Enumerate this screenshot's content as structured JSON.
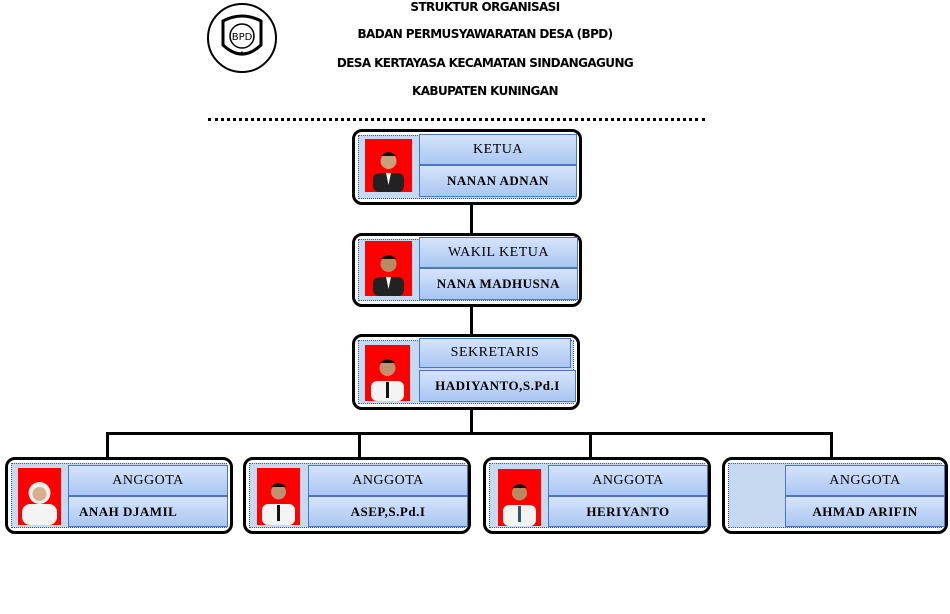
{
  "header": {
    "logo_text": "BPD",
    "lines": [
      "STRUKTUR ORGANISASI",
      "BADAN PERMUSYAWARATAN DESA (BPD)",
      "DESA KERTAYASA KECAMATAN SINDANGAGUNG",
      "KABUPATEN KUNINGAN"
    ]
  },
  "members": {
    "ketua": {
      "title": "KETUA",
      "name": "NANAN ADNAN"
    },
    "wakil": {
      "title": "WAKIL KETUA",
      "name": "NANA MADHUSNA"
    },
    "sekretaris": {
      "title": "SEKRETARIS",
      "name": "HADIYANTO,S.Pd.I"
    },
    "anggota": [
      {
        "title": "ANGGOTA",
        "name": "ANAH DJAMIL"
      },
      {
        "title": "ANGGOTA",
        "name": "ASEP,S.Pd.I"
      },
      {
        "title": "ANGGOTA",
        "name": "HERIYANTO"
      },
      {
        "title": "ANGGOTA",
        "name": "AHMAD ARIFIN"
      }
    ]
  },
  "colors": {
    "photo_bg": "#ff0000",
    "panel": "#c6d9f1",
    "cell": "#a9c6f2"
  }
}
